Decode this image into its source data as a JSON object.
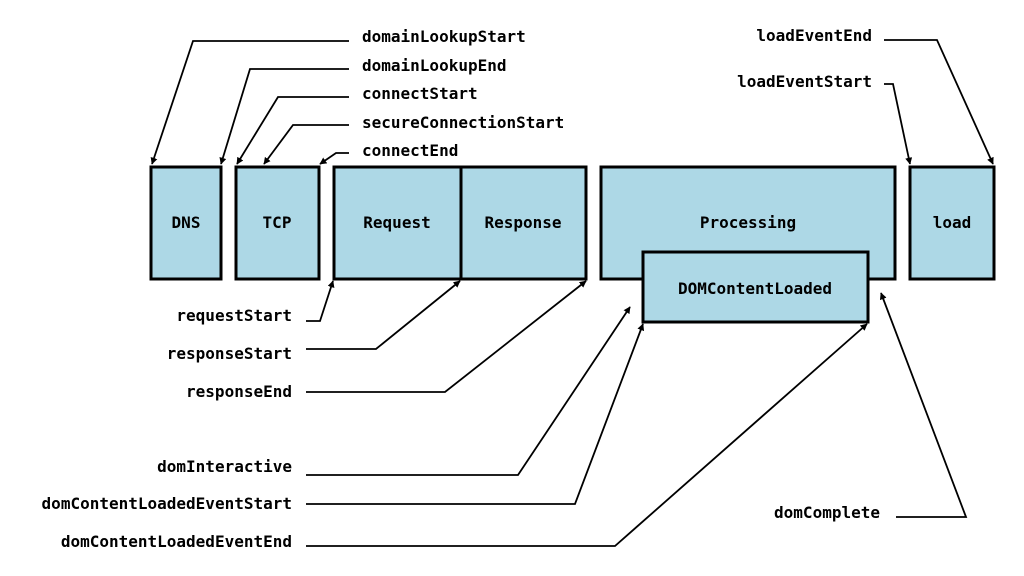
{
  "colors": {
    "box_fill": "#add8e6",
    "stroke": "#000000",
    "background": "#ffffff"
  },
  "phases": {
    "dns": "DNS",
    "tcp": "TCP",
    "request": "Request",
    "response": "Response",
    "processing": "Processing",
    "dom_content_loaded": "DOMContentLoaded",
    "load": "load"
  },
  "timings": {
    "domainLookupStart": "domainLookupStart",
    "domainLookupEnd": "domainLookupEnd",
    "connectStart": "connectStart",
    "secureConnectionStart": "secureConnectionStart",
    "connectEnd": "connectEnd",
    "loadEventEnd": "loadEventEnd",
    "loadEventStart": "loadEventStart",
    "requestStart": "requestStart",
    "responseStart": "responseStart",
    "responseEnd": "responseEnd",
    "domInteractive": "domInteractive",
    "domContentLoadedEventStart": "domContentLoadedEventStart",
    "domContentLoadedEventEnd": "domContentLoadedEventEnd",
    "domComplete": "domComplete"
  }
}
